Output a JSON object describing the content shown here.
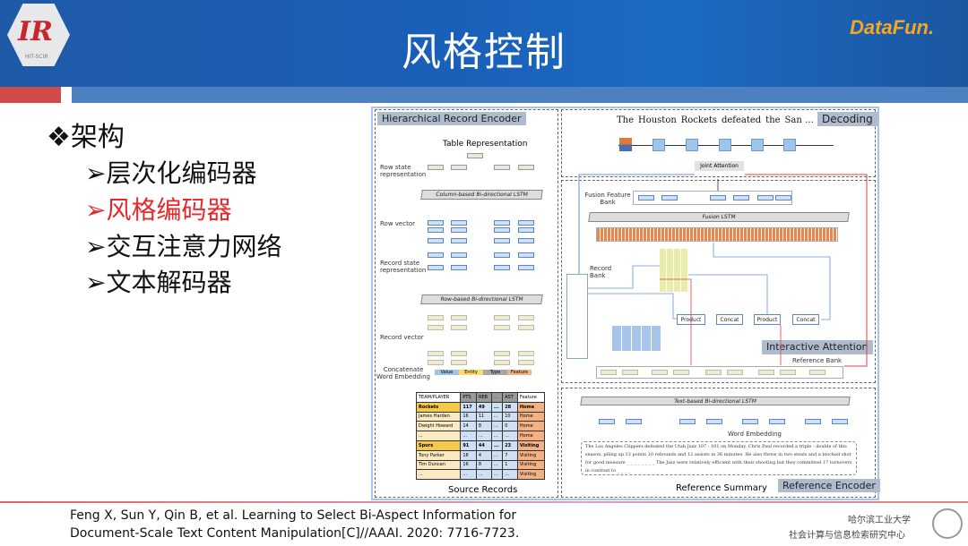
{
  "header": {
    "title": "风格控制",
    "logo_text": "IR",
    "logo_sub": "HIT-SCIR",
    "brand": "DataFun."
  },
  "outline": {
    "heading": "❖架构",
    "items": [
      {
        "label": "➢层次化编码器",
        "active": false
      },
      {
        "label": "➢风格编码器",
        "active": true
      },
      {
        "label": "➢交互注意力网络",
        "active": false
      },
      {
        "label": "➢文本解码器",
        "active": false
      }
    ]
  },
  "diagram": {
    "encoder": {
      "tag": "Hierarchical Record Encoder",
      "table_repr": "Table Representation",
      "row_state": "Row state representation",
      "col_lstm": "Column-based Bi-directional LSTM",
      "row_vector": "Row vector",
      "record_state": "Record state representation",
      "row_lstm": "Row-based Bi-directional LSTM",
      "record_vector": "Record vector",
      "concat": "Concatenate Word Embedding",
      "embed_parts": [
        {
          "label": "Value",
          "color": "#9dc3e6"
        },
        {
          "label": "Entity",
          "color": "#ffd966"
        },
        {
          "label": "Type",
          "color": "#a6a6a6"
        },
        {
          "label": "Feature",
          "color": "#f4b183"
        }
      ],
      "source_label": "Source Records",
      "table": {
        "headers": [
          "TEAM/PLAYER",
          "PTS",
          "REB",
          "...",
          "AST",
          "Feature"
        ],
        "rows": [
          [
            "Rockets",
            "117",
            "49",
            "...",
            "28",
            "Home"
          ],
          [
            "James Harden",
            "16",
            "11",
            "...",
            "10",
            "Home"
          ],
          [
            "Dwight Howard",
            "14",
            "8",
            "...",
            "0",
            "Home"
          ],
          [
            "...",
            "...",
            "...",
            "...",
            "...",
            "Home"
          ],
          [
            "Spurs",
            "91",
            "44",
            "...",
            "23",
            "Visiting"
          ],
          [
            "Tony Parker",
            "18",
            "4",
            "...",
            "7",
            "Visiting"
          ],
          [
            "Tim Duncan",
            "16",
            "8",
            "...",
            "1",
            "Visiting"
          ],
          [
            "...",
            "...",
            "...",
            "...",
            "...",
            "Visiting"
          ]
        ]
      }
    },
    "decoding": {
      "tag": "Decoding",
      "words": [
        "The",
        "Houston",
        "Rockets",
        "defeated",
        "the",
        "San …"
      ],
      "joint": "Joint Attention"
    },
    "interactive": {
      "tag": "Interactive Attention",
      "fusion_bank": "Fusion Feature Bank",
      "fusion_lstm": "Fusion LSTM",
      "record_bank": "Record Bank",
      "ops": [
        "Product",
        "Concat",
        "Product",
        "Concat"
      ],
      "reference_bank": "Reference Bank"
    },
    "reference": {
      "tag": "Reference Encoder",
      "text_lstm": "Text-based Bi-directional LSTM",
      "word_embedding": "Word Embedding",
      "summary_label": "Reference Summary",
      "summary_text": "The Los Angeles Clippers defeated the Utah Jazz 107 - 101 on Monday. Chris Paul recorded a triple - double of this season, piling up 13 points 10 rebounds and 12 assists in 36 minutes. He also threw in two steals and a blocked shot for good measure _ _ _ _ _ _ _ _ The Jazz were relatively efficient with their shooting but they committed 17 turnovers in contrast to _ _ _ _"
    }
  },
  "footer": {
    "citation_line1": "Feng X, Sun Y, Qin B, et al. Learning to Select Bi-Aspect Information for",
    "citation_line2": "Document-Scale Text Content Manipulation[C]//AAAI. 2020: 7716-7723.",
    "institution_line1": "哈尔滨工业大学",
    "institution_line2": "社会计算与信息检索研究中心"
  },
  "colors": {
    "header_blue": "#1c5fb0",
    "accent_red": "#e8282a",
    "arrow_orange": "#ed7d31"
  }
}
